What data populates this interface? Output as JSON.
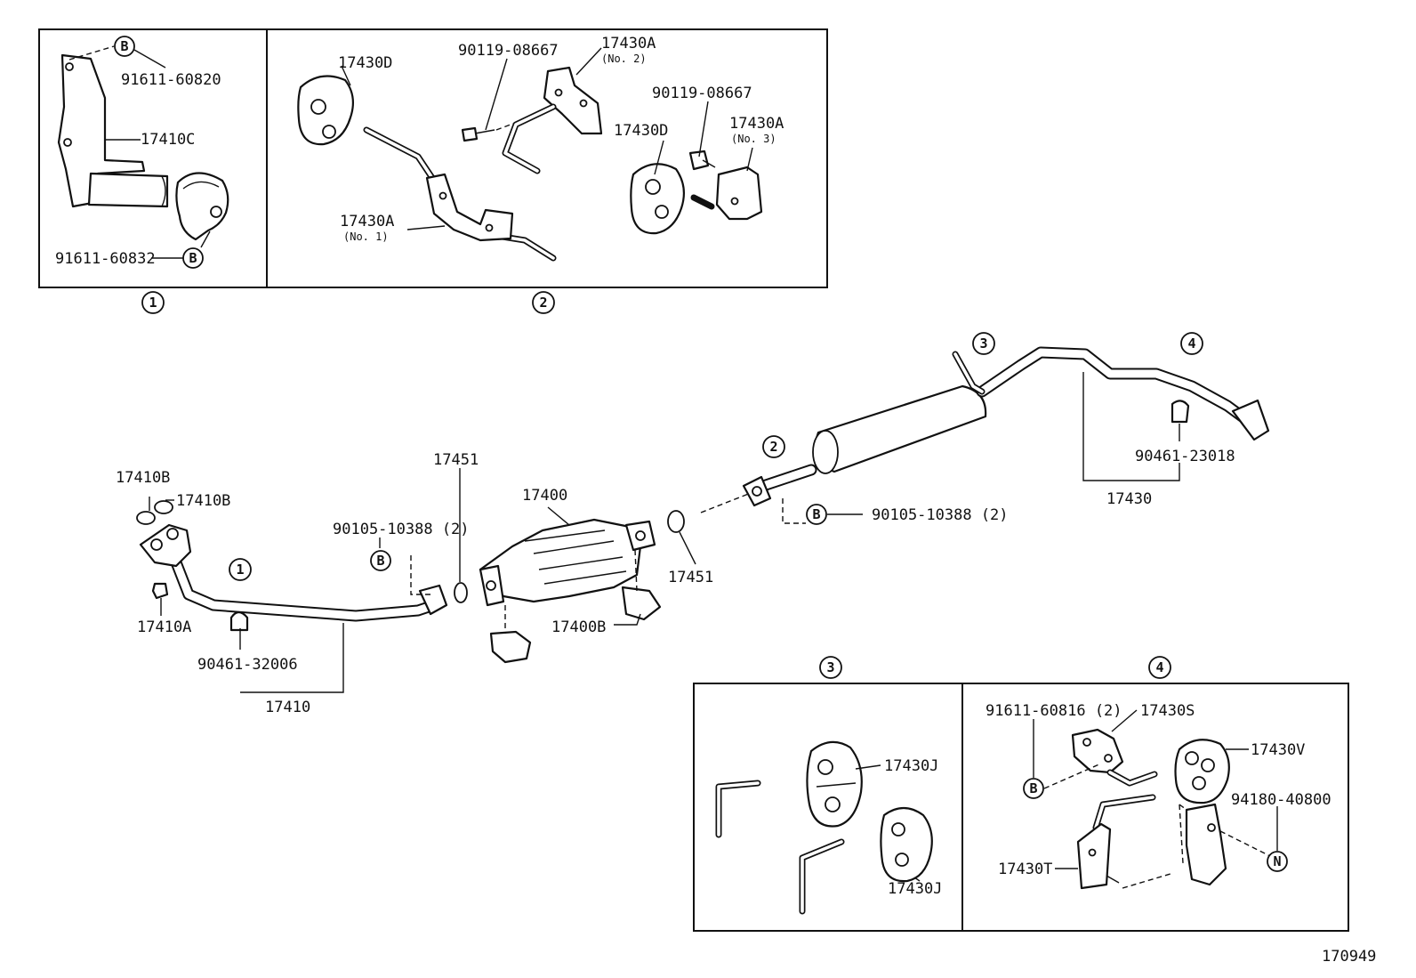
{
  "diagram_id": "170949",
  "markers": {
    "b": "B",
    "n": "N",
    "one": "1",
    "two": "2",
    "three": "3",
    "four": "4"
  },
  "panel1": {
    "p_91611_60820": "91611-60820",
    "p_17410C": "17410C",
    "p_91611_60832": "91611-60832"
  },
  "panel2": {
    "p_17430D_a": "17430D",
    "p_90119_08667_a": "90119-08667",
    "p_17430A_no2": "17430A",
    "no2": "(No. 2)",
    "p_90119_08667_b": "90119-08667",
    "p_17430D_b": "17430D",
    "p_17430A_no3": "17430A",
    "no3": "(No. 3)",
    "p_17430A_no1": "17430A",
    "no1": "(No. 1)"
  },
  "main": {
    "p_17410B_a": "17410B",
    "p_17410B_b": "17410B",
    "p_17410A": "17410A",
    "p_90461_32006": "90461-32006",
    "p_17410": "17410",
    "p_17451_a": "17451",
    "p_90105_10388_a": "90105-10388 (2)",
    "p_17400": "17400",
    "p_17451_b": "17451",
    "p_17400B": "17400B",
    "p_90105_10388_b": "90105-10388 (2)",
    "p_90461_23018": "90461-23018",
    "p_17430": "17430"
  },
  "panel3": {
    "p_17430J_a": "17430J",
    "p_17430J_b": "17430J"
  },
  "panel4": {
    "p_91611_60816": "91611-60816 (2)",
    "p_17430S": "17430S",
    "p_17430V": "17430V",
    "p_94180_40800": "94180-40800",
    "p_17430T": "17430T"
  }
}
